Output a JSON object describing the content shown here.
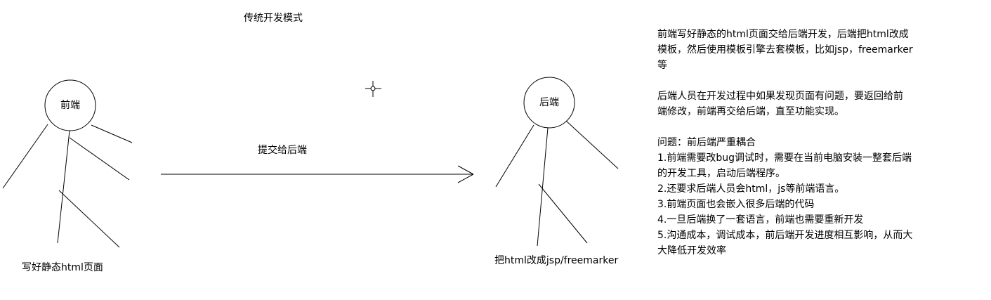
{
  "title": "传统开发模式",
  "frontend": {
    "name": "前端",
    "caption": "写好静态html页面"
  },
  "backend": {
    "name": "后端",
    "caption": "把html改成jsp/freemarker"
  },
  "arrow_label": "提交给后端",
  "description": {
    "para1": [
      "前端写好静态的html页面交给后端开发，后端把html改成",
      "模板，然后使用模板引擎去套模板，比如jsp，freemarker",
      "等"
    ],
    "para2": [
      "后端人员在开发过程中如果发现页面有问题，要返回给前",
      "端修改，前端再交给后端，直至功能实现。"
    ],
    "para3": [
      "问题：前后端严重耦合",
      "1.前端需要改bug调试时，需要在当前电脑安装一整套后端",
      "的开发工具，启动后端程序。",
      "2.还要求后端人员会html，js等前端语言。",
      "3.前端页面也会嵌入很多后端的代码",
      "4.一旦后端换了一套语言，前端也需要重新开发",
      "5.沟通成本，调试成本，前后端开发进度相互影响，从而大",
      "大降低开发效率"
    ]
  }
}
